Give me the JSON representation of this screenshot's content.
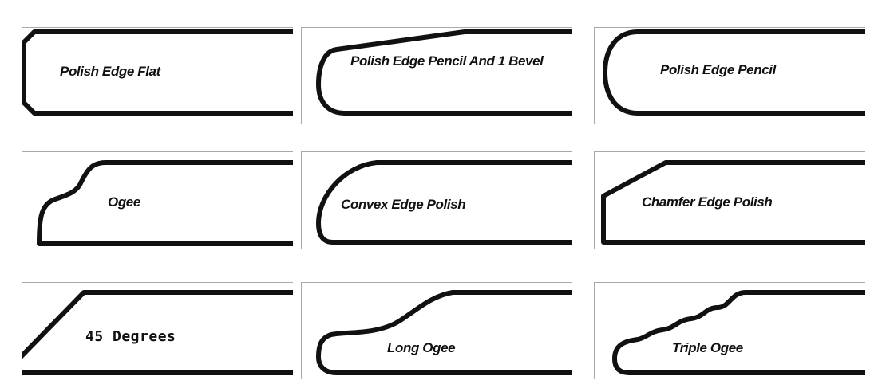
{
  "profiles": [
    {
      "label": "Polish Edge Flat"
    },
    {
      "label": "Polish Edge Pencil And  1 Bevel"
    },
    {
      "label": "Polish Edge Pencil"
    },
    {
      "label": "Ogee"
    },
    {
      "label": "Convex Edge Polish"
    },
    {
      "label": "Chamfer Edge Polish"
    },
    {
      "label": "45 Degrees"
    },
    {
      "label": "Long Ogee"
    },
    {
      "label": "Triple Ogee"
    }
  ]
}
